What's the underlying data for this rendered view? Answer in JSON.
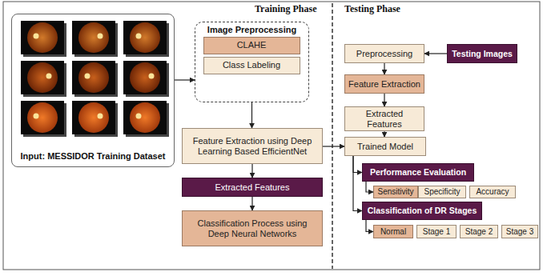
{
  "diagram": {
    "nodes": [
      {
        "text": [
          "Input: MESSIDOR Training Dataset"
        ]
      },
      {
        "text": [
          "Image Preprocessing"
        ]
      },
      {
        "text": [
          "CLAHE"
        ],
        "in": 1
      },
      {
        "text": [
          "Class Labeling"
        ],
        "in": 1
      },
      {
        "text": [
          "Feature Extraction using Deep Learning Based EfficientNet"
        ]
      },
      {
        "text": [
          "Extracted Features"
        ]
      },
      {
        "text": [
          "Classification Process using Deep Neural Networks"
        ]
      },
      {
        "text": [
          "Preprocessing"
        ]
      },
      {
        "text": [
          "Testing Images"
        ]
      },
      {
        "text": [
          "Feature Extraction"
        ]
      },
      {
        "text": [
          "Extracted Features"
        ]
      },
      {
        "text": [
          "Trained Model"
        ]
      },
      {
        "text": [
          "Performance Evaluation"
        ]
      },
      {
        "text": [
          "Sensitivity"
        ]
      },
      {
        "text": [
          "Specificity"
        ]
      },
      {
        "text": [
          "Accuracy"
        ]
      },
      {
        "text": [
          "Classification of DR Stages"
        ]
      },
      {
        "text": [
          "Normal"
        ]
      },
      {
        "text": [
          "Stage 1"
        ]
      },
      {
        "text": [
          "Stage 2"
        ]
      },
      {
        "text": [
          "Stage 3"
        ]
      }
    ],
    "edges": [
      {
        "from": 0,
        "to": 1,
        "arrow": "to"
      },
      {
        "from": 1,
        "to": 4,
        "arrow": "to"
      },
      {
        "from": 4,
        "to": 5,
        "arrow": "to"
      },
      {
        "from": 5,
        "to": 6,
        "arrow": "to"
      },
      {
        "from": 4,
        "to": 11,
        "arrow": "to"
      },
      {
        "from": 8,
        "to": 7,
        "arrow": "to"
      },
      {
        "from": 7,
        "to": 9,
        "arrow": "to"
      },
      {
        "from": 9,
        "to": 10,
        "arrow": "to"
      },
      {
        "from": 10,
        "to": 11,
        "arrow": "to"
      },
      {
        "from": 11,
        "to": 12,
        "arrow": "to"
      },
      {
        "from": 11,
        "to": 16,
        "arrow": "to"
      },
      {
        "from": 12,
        "to": 13,
        "arrow": "to"
      },
      {
        "from": 16,
        "to": 17,
        "arrow": "to"
      }
    ],
    "labels": [
      "Training Phase",
      "Testing Phase"
    ]
  }
}
